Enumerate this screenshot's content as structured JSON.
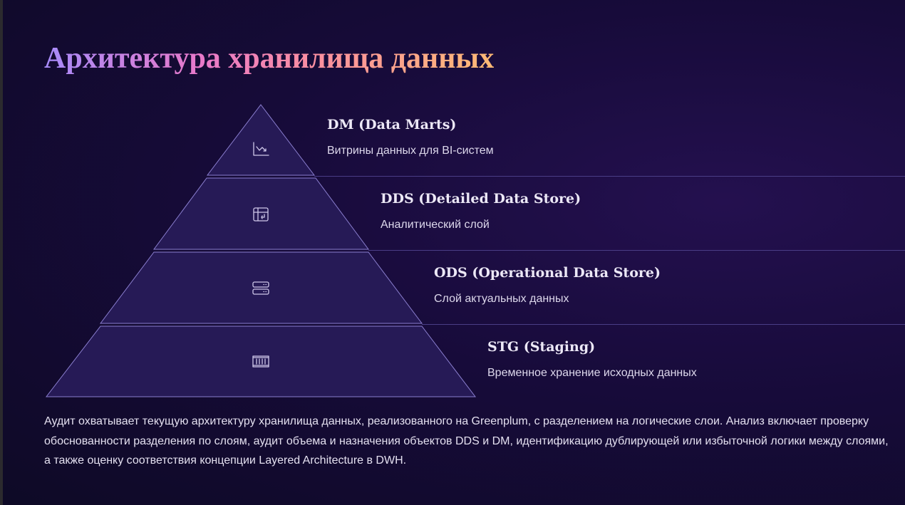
{
  "title": "Архитектура хранилища данных",
  "layers": [
    {
      "name": "DM (Data Marts)",
      "description": "Витрины данных для BI-систем",
      "icon": "chart-line-icon"
    },
    {
      "name": "DDS (Detailed Data Store)",
      "description": "Аналитический слой",
      "icon": "table-transform-icon"
    },
    {
      "name": "ODS (Operational Data Store)",
      "description": "Слой актуальных данных",
      "icon": "server-icon"
    },
    {
      "name": "STG (Staging)",
      "description": "Временное хранение исходных данных",
      "icon": "container-icon"
    }
  ],
  "paragraph": "Аудит охватывает текущую архитектуру хранилища данных, реализованного на Greenplum, с разделением на логические слои. Анализ включает проверку обоснованности разделения по слоям, аудит объема и назначения объектов DDS и DM, идентификацию дублирующей или избыточной логики между слоями, а также оценку соответствия концепции Layered Architecture в DWH.",
  "colors": {
    "layer_fill": "#261a56",
    "layer_stroke": "#8b7fd0",
    "background": "#150b36"
  }
}
